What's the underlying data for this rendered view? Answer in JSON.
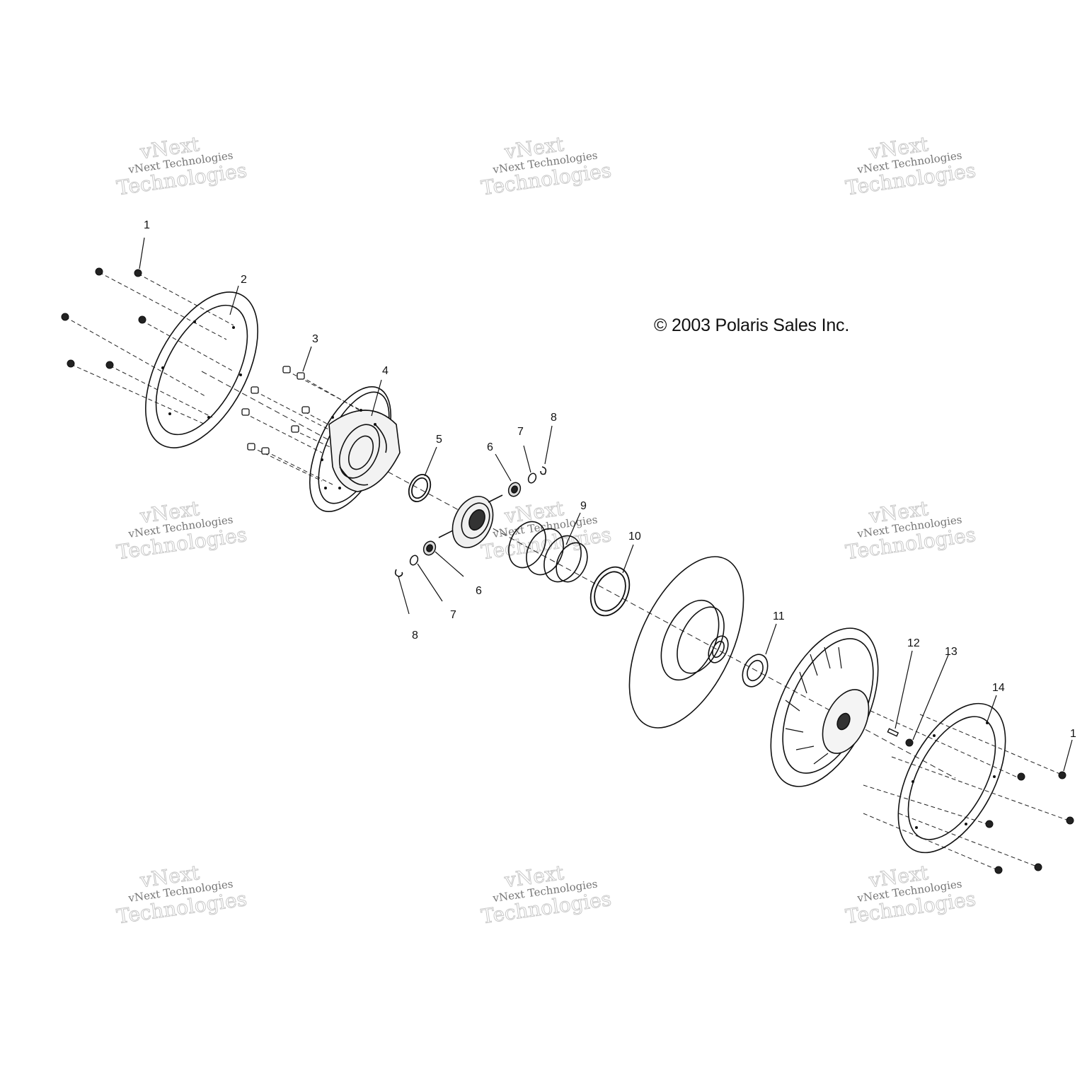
{
  "copyright": "© 2003 Polaris Sales Inc.",
  "watermark": {
    "line1": "vNext",
    "line2": "vNext Technologies",
    "line3": "Technologies"
  },
  "callouts": [
    "1",
    "2",
    "3",
    "4",
    "5",
    "6",
    "7",
    "8",
    "9",
    "10",
    "11",
    "12",
    "13",
    "14",
    "1",
    "6",
    "7",
    "8"
  ]
}
